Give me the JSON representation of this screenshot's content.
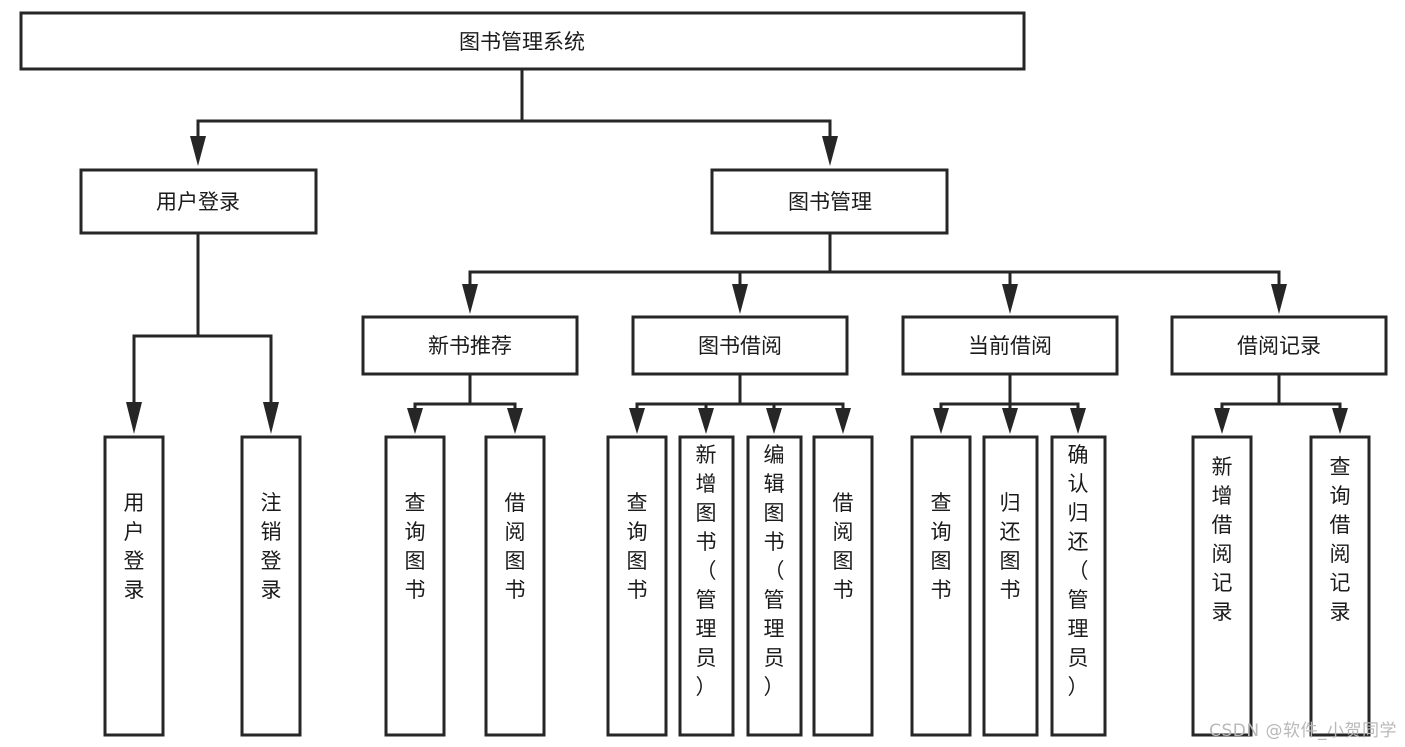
{
  "diagram": {
    "title": "图书管理系统",
    "type": "tree",
    "orientation": "top-down",
    "watermark": "CSDN @软件_小贺同学",
    "colors": {
      "stroke": "#262626",
      "fill": "#ffffff",
      "text": "#1b1b1b",
      "background": "#ffffff",
      "watermark": "#b9b9b9"
    },
    "nodes": {
      "root": {
        "label": "图书管理系统",
        "orientation": "horizontal"
      },
      "level2": [
        {
          "id": "user-login",
          "label": "用户登录",
          "orientation": "horizontal"
        },
        {
          "id": "book-manage",
          "label": "图书管理",
          "orientation": "horizontal"
        }
      ],
      "level3": [
        {
          "id": "new-book-recommend",
          "label": "新书推荐",
          "orientation": "horizontal"
        },
        {
          "id": "book-borrow",
          "label": "图书借阅",
          "orientation": "horizontal"
        },
        {
          "id": "current-borrow",
          "label": "当前借阅",
          "orientation": "horizontal"
        },
        {
          "id": "borrow-record",
          "label": "借阅记录",
          "orientation": "horizontal"
        }
      ],
      "leaves": [
        {
          "id": "leaf-user-login",
          "label": "用户登录",
          "parent": "user-login",
          "orientation": "vertical"
        },
        {
          "id": "leaf-logout-login",
          "label": "注销登录",
          "parent": "user-login",
          "orientation": "vertical"
        },
        {
          "id": "leaf-query-book-1",
          "label": "查询图书",
          "parent": "new-book-recommend",
          "orientation": "vertical"
        },
        {
          "id": "leaf-borrow-book-1",
          "label": "借阅图书",
          "parent": "new-book-recommend",
          "orientation": "vertical"
        },
        {
          "id": "leaf-query-book-2",
          "label": "查询图书",
          "parent": "book-borrow",
          "orientation": "vertical"
        },
        {
          "id": "leaf-add-book",
          "label": "新增图书（管理员）",
          "parent": "book-borrow",
          "orientation": "vertical"
        },
        {
          "id": "leaf-edit-book",
          "label": "编辑图书（管理员）",
          "parent": "book-borrow",
          "orientation": "vertical"
        },
        {
          "id": "leaf-borrow-book-2",
          "label": "借阅图书",
          "parent": "book-borrow",
          "orientation": "vertical"
        },
        {
          "id": "leaf-query-book-3",
          "label": "查询图书",
          "parent": "current-borrow",
          "orientation": "vertical"
        },
        {
          "id": "leaf-return-book",
          "label": "归还图书",
          "parent": "current-borrow",
          "orientation": "vertical"
        },
        {
          "id": "leaf-confirm-return",
          "label": "确认归还（管理员）",
          "parent": "current-borrow",
          "orientation": "vertical"
        },
        {
          "id": "leaf-add-record",
          "label": "新增借阅记录",
          "parent": "borrow-record",
          "orientation": "vertical"
        },
        {
          "id": "leaf-query-record",
          "label": "查询借阅记录",
          "parent": "borrow-record",
          "orientation": "vertical"
        }
      ]
    }
  }
}
